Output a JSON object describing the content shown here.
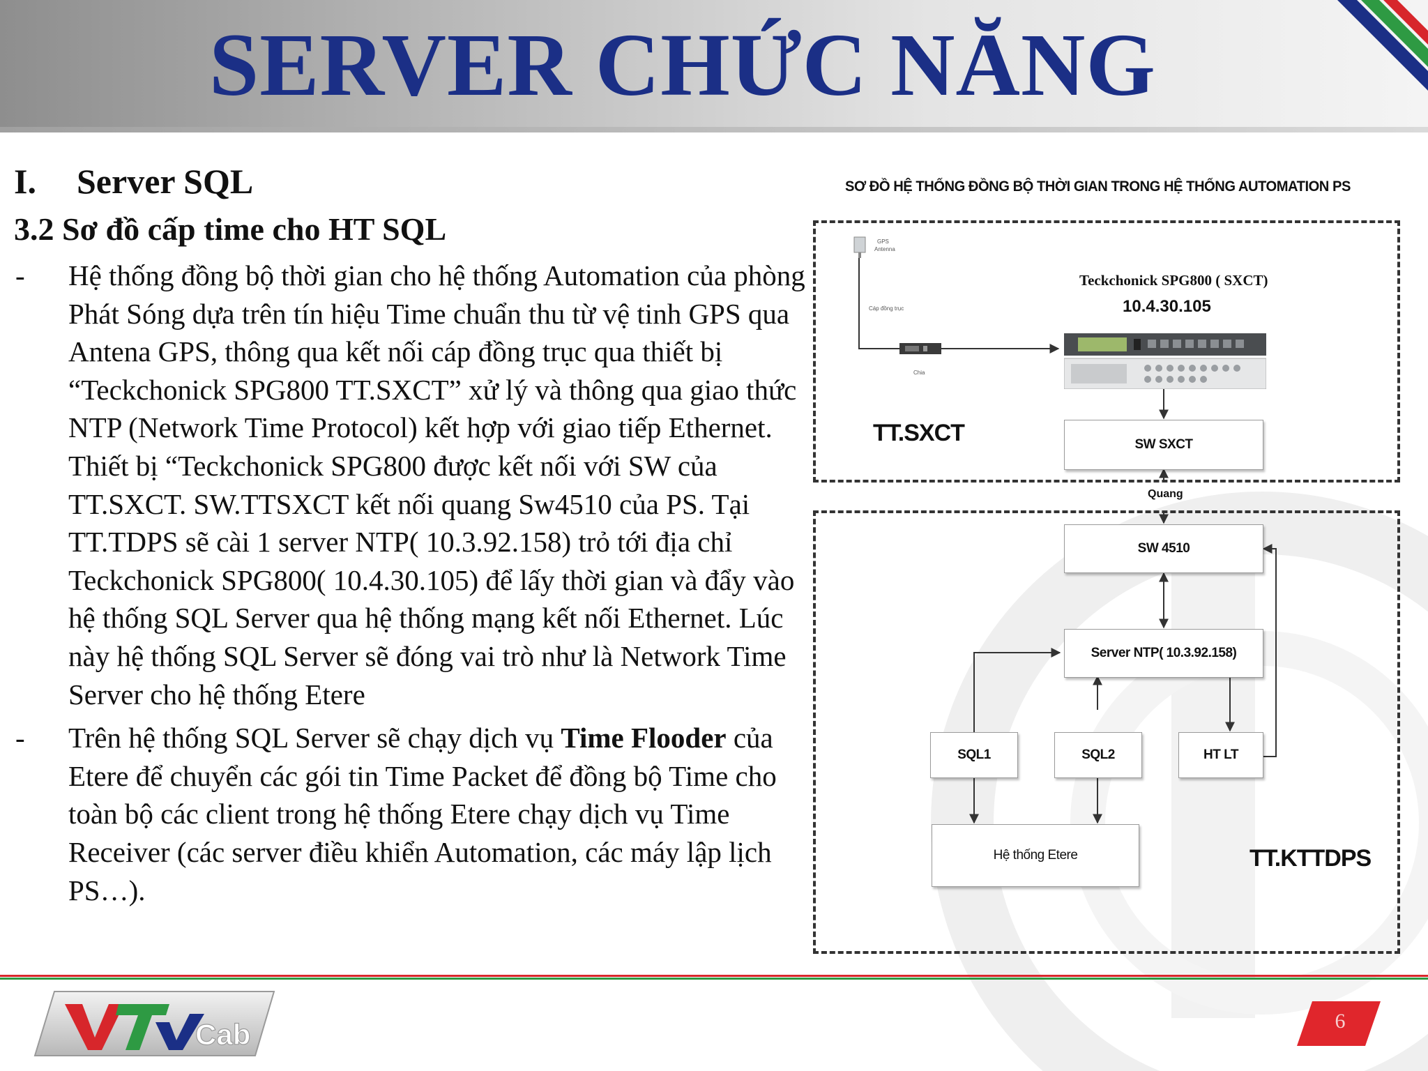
{
  "header": {
    "title": "SERVER CHỨC NĂNG"
  },
  "content": {
    "section_number": "I.",
    "section_title": "Server SQL",
    "subsection": "3.2 Sơ đồ cấp time cho HT SQL",
    "bullet_marker": "-",
    "paragraph1": "Hệ thống đồng bộ thời gian cho hệ thống Automation của phòng Phát Sóng dựa trên tín hiệu Time chuẩn thu từ vệ tinh GPS qua Antena GPS, thông qua kết nối cáp đồng trục qua thiết bị “Teckchonick SPG800 TT.SXCT” xử lý và thông qua giao thức NTP (Network Time Protocol) kết hợp với giao tiếp Ethernet. Thiết bị “Teckchonick SPG800 được kết nối với SW của TT.SXCT. SW.TTSXCT kết nối quang Sw4510 của PS. Tại TT.TDPS sẽ cài 1 server NTP( 10.3.92.158) trỏ tới địa chỉ Teckchonick SPG800( 10.4.30.105) để lấy thời gian và đẩy vào hệ thống SQL Server qua hệ thống mạng kết nối Ethernet. Lúc này hệ thống SQL Server sẽ đóng vai trò như là Network Time Server cho hệ thống Etere",
    "paragraph2_part1": "Trên hệ thống SQL Server sẽ chạy dịch vụ ",
    "paragraph2_bold": "Time Flooder",
    "paragraph2_part2": " của Etere để chuyển các gói tin Time Packet để đồng bộ Time cho toàn bộ các client trong hệ thống Etere chạy dịch vụ Time Receiver (các server điều khiển Automation, các máy lập lịch PS…)."
  },
  "diagram": {
    "title": "SƠ ĐỒ HỆ THỐNG ĐỒNG BỘ THỜI GIAN TRONG HỆ THỐNG AUTOMATION PS",
    "device_name": "Teckchonick SPG800 ( SXCT)",
    "device_ip": "10.4.30.105",
    "gps_label_1": "GPS",
    "gps_label_2": "Antenna",
    "cable_label": "Cáp đồng trục",
    "splitter_label": "Chia",
    "zone_top": "TT.SXCT",
    "zone_bottom": "TT.KTTDPS",
    "link_label": "Quang",
    "boxes": {
      "sw_sxct": "SW SXCT",
      "sw_4510": "SW 4510",
      "server_ntp": "Server NTP( 10.3.92.158)",
      "sql1": "SQL1",
      "sql2": "SQL2",
      "ht_lt": "HT LT",
      "etere": "Hệ thống Etere"
    }
  },
  "footer": {
    "logo_text": "Cab",
    "page_number": "6"
  },
  "colors": {
    "title": "#1b2f86",
    "accent_red": "#e0262c",
    "accent_green": "#2e9a43",
    "accent_blue": "#1b2f86"
  }
}
